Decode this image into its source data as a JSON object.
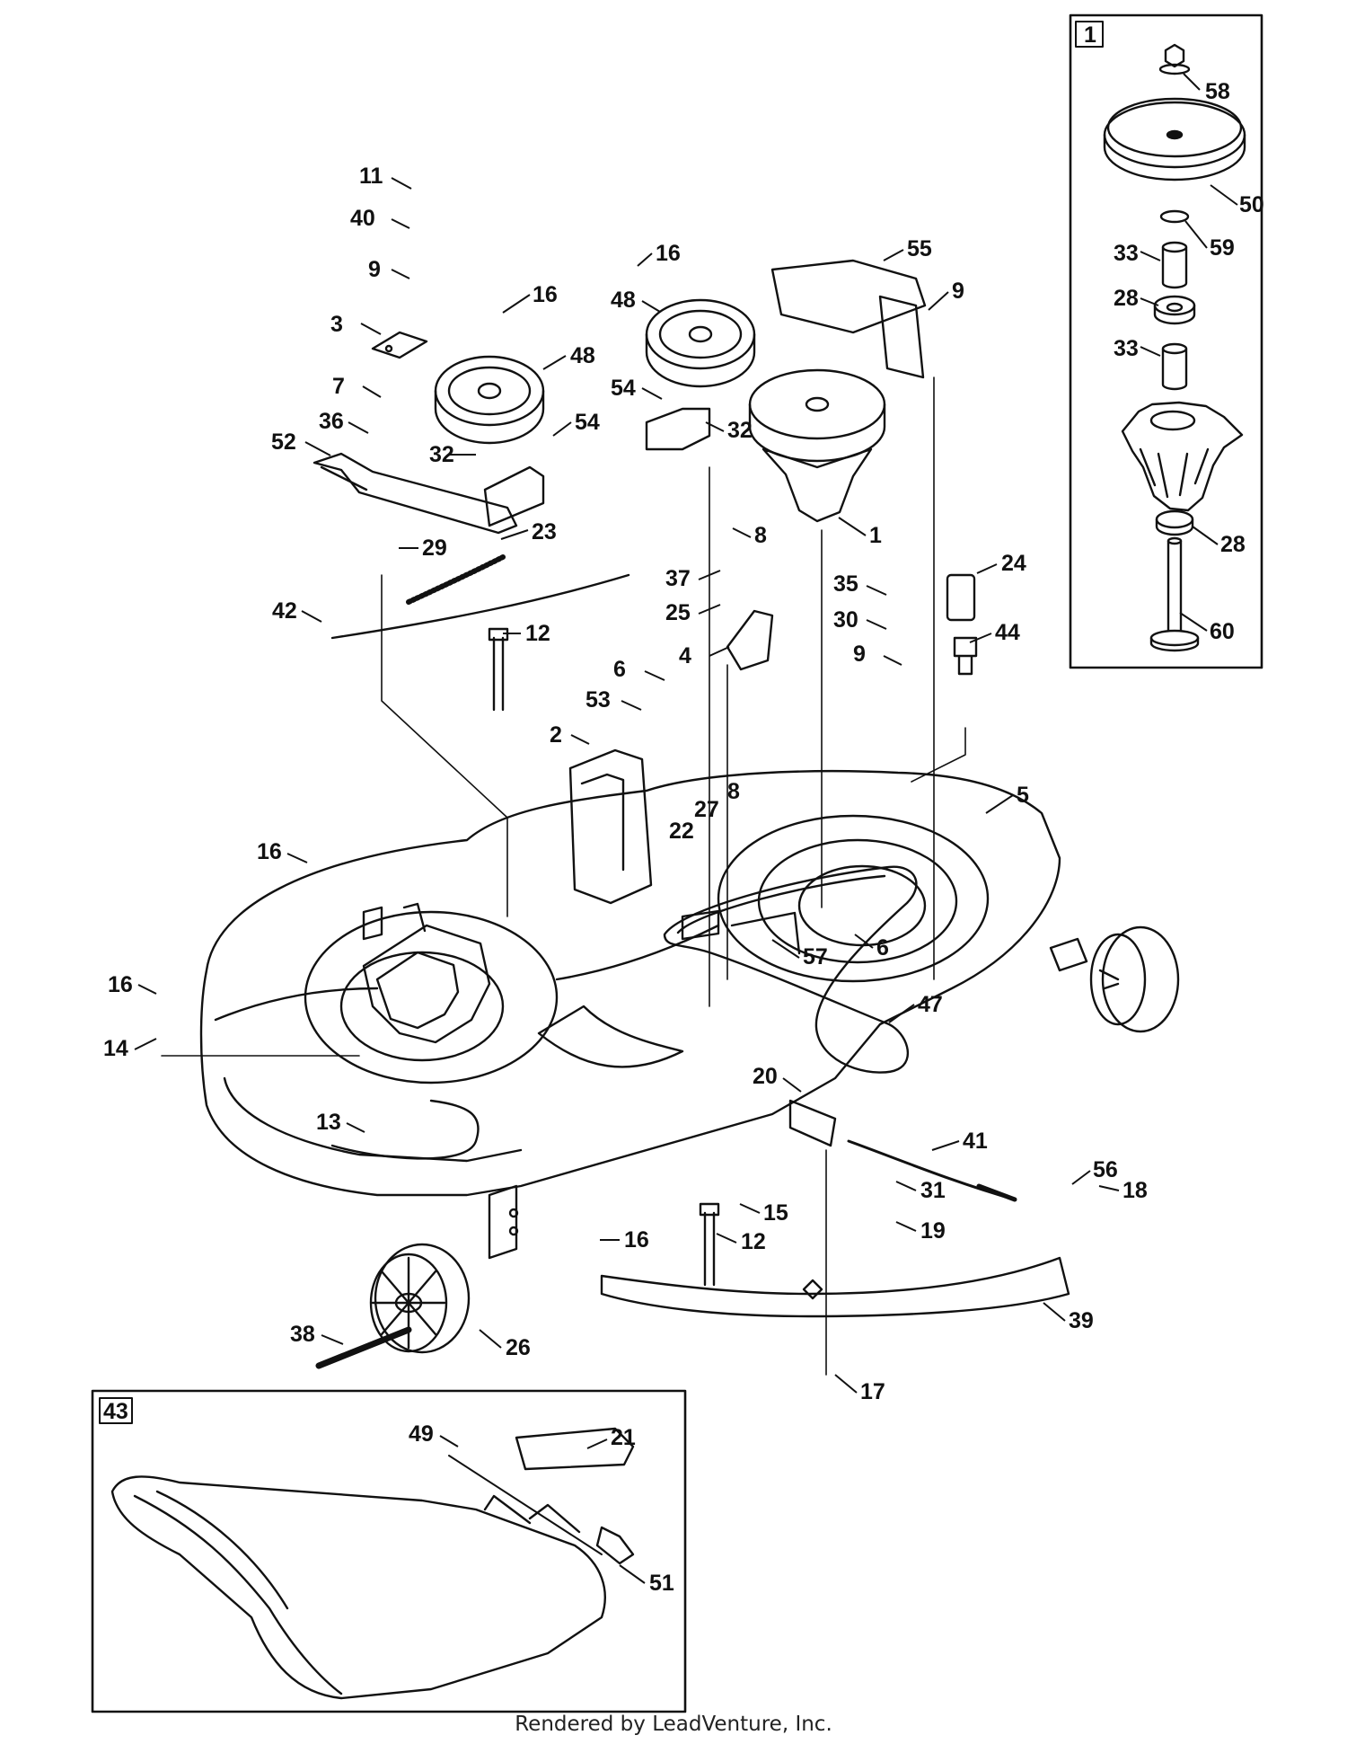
{
  "inset_labels": {
    "spindle": "1",
    "baffle": "43"
  },
  "callouts": [
    "58",
    "50",
    "59",
    "33",
    "28",
    "33",
    "28",
    "60",
    "11",
    "40",
    "9",
    "3",
    "7",
    "36",
    "52",
    "29",
    "23",
    "42",
    "12",
    "16",
    "48",
    "32",
    "54",
    "16",
    "48",
    "54",
    "32",
    "55",
    "9",
    "1",
    "8",
    "37",
    "25",
    "4",
    "35",
    "30",
    "9",
    "24",
    "44",
    "6",
    "53",
    "2",
    "27",
    "8",
    "22",
    "5",
    "16",
    "16",
    "14",
    "57",
    "6",
    "47",
    "20",
    "41",
    "13",
    "31",
    "56",
    "18",
    "19",
    "15",
    "12",
    "16",
    "39",
    "38",
    "26",
    "17",
    "49",
    "21",
    "51"
  ],
  "footer": "Rendered by LeadVenture, Inc."
}
